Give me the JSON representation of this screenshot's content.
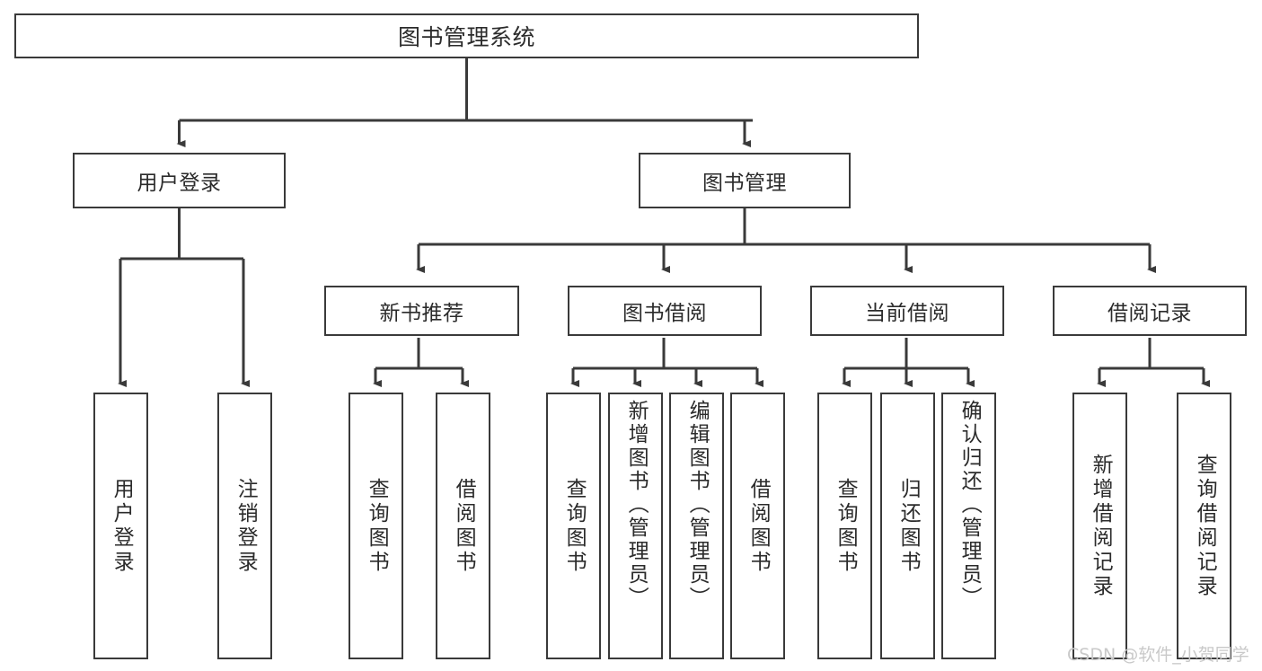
{
  "diagram": {
    "type": "tree-hierarchy-chart",
    "title": "图书管理系统",
    "background_color": "#ffffff",
    "line_color": "#3a3a3a",
    "text_color": "#2b2b2b",
    "nodes": {
      "root": {
        "label": "图书管理系统"
      },
      "level2": [
        {
          "label": "用户登录"
        },
        {
          "label": "图书管理"
        }
      ],
      "level3": [
        {
          "label": "新书推荐"
        },
        {
          "label": "图书借阅"
        },
        {
          "label": "当前借阅"
        },
        {
          "label": "借阅记录"
        }
      ],
      "leaves": [
        {
          "label": "用户登录",
          "parent": "用户登录"
        },
        {
          "label": "注销登录",
          "parent": "用户登录"
        },
        {
          "label": "查询图书",
          "parent": "新书推荐"
        },
        {
          "label": "借阅图书",
          "parent": "新书推荐"
        },
        {
          "label": "查询图书",
          "parent": "图书借阅"
        },
        {
          "label": "新增图书（管理员）",
          "parent": "图书借阅"
        },
        {
          "label": "编辑图书（管理员）",
          "parent": "图书借阅"
        },
        {
          "label": "借阅图书",
          "parent": "图书借阅"
        },
        {
          "label": "查询图书",
          "parent": "当前借阅"
        },
        {
          "label": "归还图书",
          "parent": "当前借阅"
        },
        {
          "label": "确认归还（管理员）",
          "parent": "当前借阅"
        },
        {
          "label": "新增借阅记录",
          "parent": "借阅记录"
        },
        {
          "label": "查询借阅记录",
          "parent": "借阅记录"
        }
      ]
    },
    "watermark": "CSDN @软件_小贺同学"
  }
}
